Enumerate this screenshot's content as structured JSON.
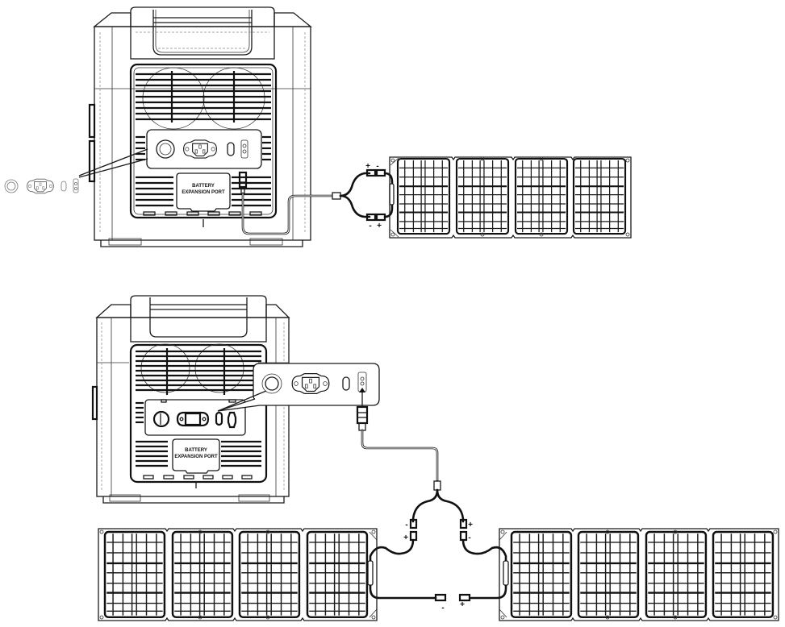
{
  "diagram": {
    "title": "Solar panel connection to portable power station",
    "colors": {
      "line": "#1a1a1a",
      "background": "#ffffff",
      "guide": "#888888"
    },
    "top_setup": {
      "description": "One solar panel connected via Y-splitter to station input",
      "device": {
        "battery_port_label_line1": "BATTERY",
        "battery_port_label_line2": "EXPANSION PORT",
        "ports": [
          "dc-round-port",
          "ac-iec-inlet",
          "usb-c-port",
          "solar-input-port"
        ]
      },
      "callout_ports": [
        "dc-round-port",
        "ac-iec-inlet",
        "usb-c-port",
        "solar-input-port"
      ],
      "panel_count": 1,
      "panel_cells": 4,
      "polarity": {
        "top_left": "+",
        "top_right": "-",
        "bottom_left": "-",
        "bottom_right": "+"
      }
    },
    "bottom_setup": {
      "description": "Two solar panels connected in series via Y-splitter",
      "device": {
        "battery_port_label_line1": "BATTERY",
        "battery_port_label_line2": "EXPANSION PORT",
        "ports": [
          "dc-round-port",
          "ac-iec-inlet",
          "usb-c-port",
          "solar-input-port"
        ]
      },
      "callout_ports": [
        "dc-round-port",
        "ac-iec-inlet",
        "usb-c-port",
        "solar-input-port"
      ],
      "panel_count": 2,
      "panel_cells": 4,
      "polarity": {
        "y_left_upper": "-",
        "y_left_lower": "+",
        "y_right_upper": "+",
        "y_right_lower": "-",
        "series_left": "-",
        "series_right": "+"
      }
    }
  }
}
